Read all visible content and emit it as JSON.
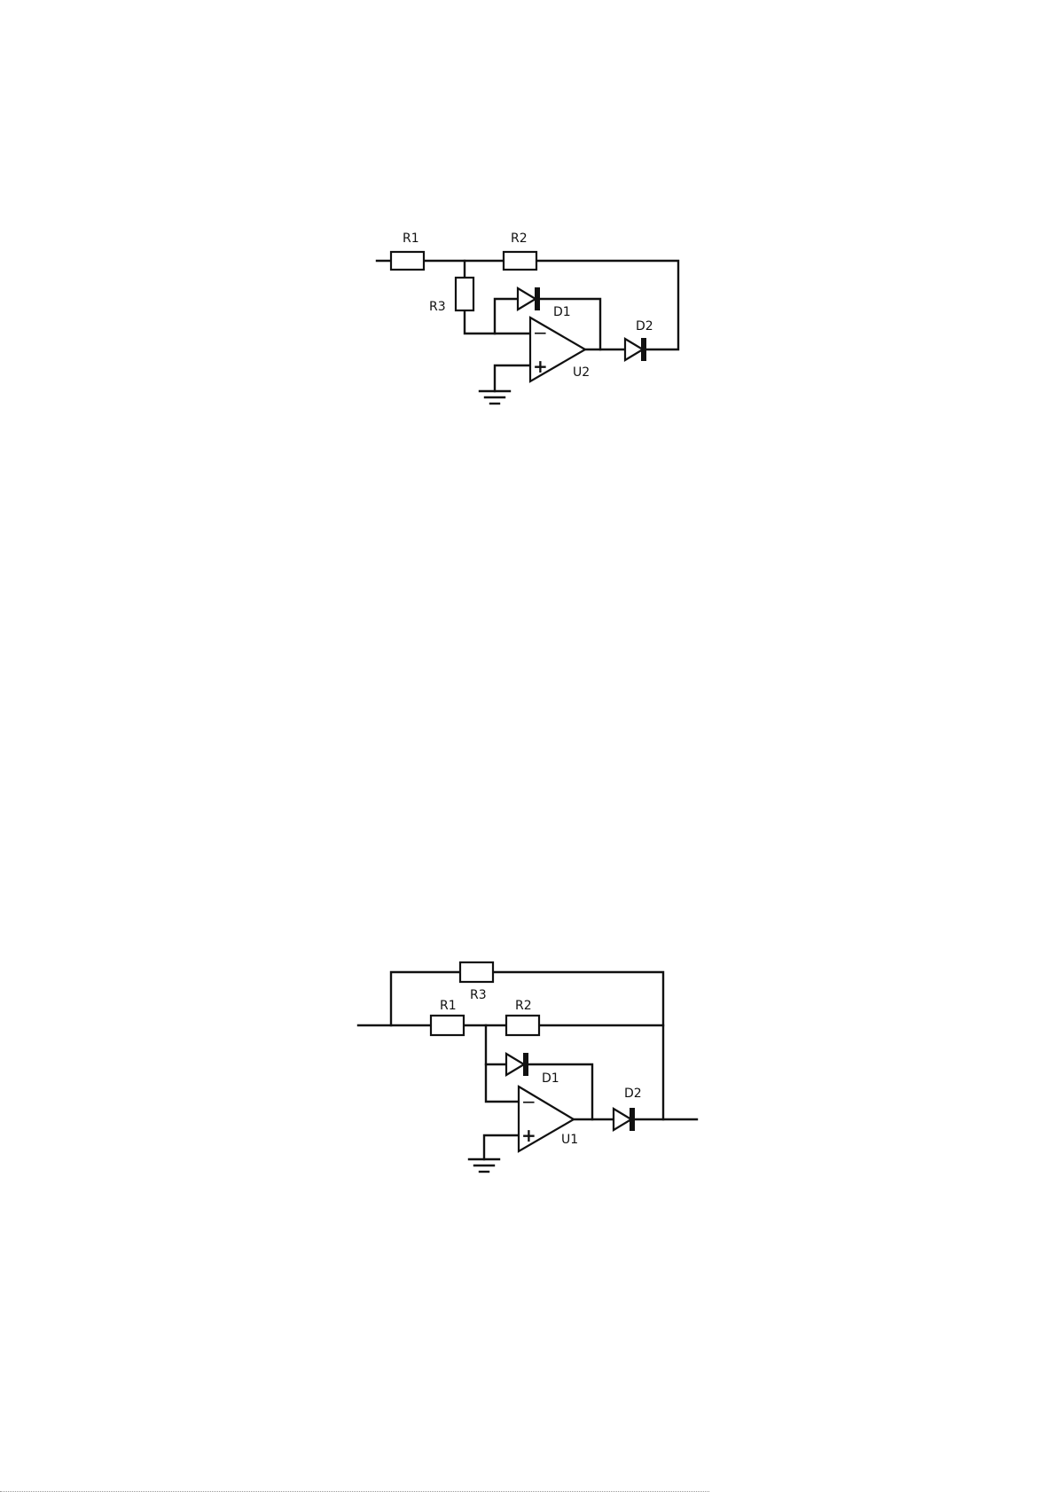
{
  "circuit_top": {
    "labels": {
      "r1": "R1",
      "r2": "R2",
      "r3": "R3",
      "d1": "D1",
      "d2": "D2",
      "opamp": "U2",
      "minus": "−",
      "plus": "+"
    }
  },
  "circuit_bottom": {
    "labels": {
      "r1": "R1",
      "r2": "R2",
      "r3": "R3",
      "d1": "D1",
      "d2": "D2",
      "opamp": "U1",
      "minus": "−",
      "plus": "+"
    }
  }
}
